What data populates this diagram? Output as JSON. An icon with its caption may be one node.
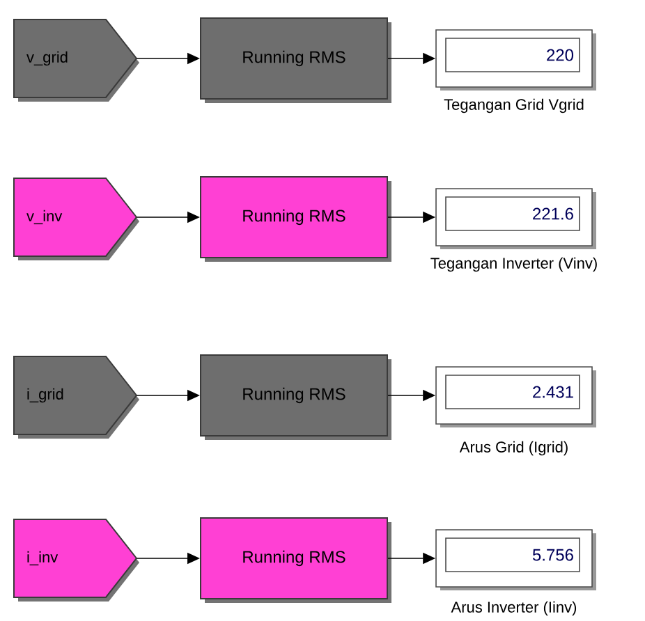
{
  "diagram": {
    "nodes": [
      {
        "text": [
          "v_grid"
        ]
      },
      {
        "text": [
          "Running RMS"
        ]
      },
      {
        "text": [
          "220"
        ],
        "beside": [
          "Tegangan Grid Vgrid"
        ]
      },
      {
        "text": [
          "v_inv"
        ]
      },
      {
        "text": [
          "Running RMS"
        ]
      },
      {
        "text": [
          "221.6"
        ],
        "beside": [
          "Tegangan Inverter (Vinv)"
        ]
      },
      {
        "text": [
          "i_grid"
        ]
      },
      {
        "text": [
          "Running RMS"
        ]
      },
      {
        "text": [
          "2.431"
        ],
        "beside": [
          "Arus Grid (Igrid)"
        ]
      },
      {
        "text": [
          "i_inv"
        ]
      },
      {
        "text": [
          "Running RMS"
        ]
      },
      {
        "text": [
          "5.756"
        ],
        "beside": [
          "Arus Inverter (Iinv)"
        ]
      }
    ],
    "edges": [
      {
        "from": 0,
        "to": 1,
        "arrow": "to"
      },
      {
        "from": 1,
        "to": 2,
        "arrow": "to"
      },
      {
        "from": 3,
        "to": 4,
        "arrow": "to"
      },
      {
        "from": 4,
        "to": 5,
        "arrow": "to"
      },
      {
        "from": 6,
        "to": 7,
        "arrow": "to"
      },
      {
        "from": 7,
        "to": 8,
        "arrow": "to"
      },
      {
        "from": 9,
        "to": 10,
        "arrow": "to"
      },
      {
        "from": 10,
        "to": 11,
        "arrow": "to"
      }
    ]
  }
}
